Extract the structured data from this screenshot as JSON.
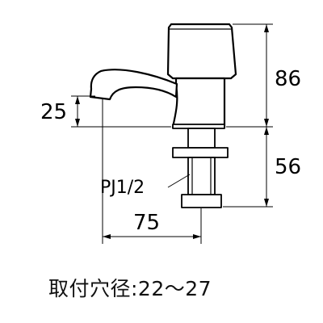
{
  "dimensions": {
    "height_upper": "86",
    "height_lower": "56",
    "spout_height": "25",
    "reach": "75"
  },
  "thread_label": "PJ1/2",
  "caption": "取付穴径:22～27",
  "colors": {
    "line": "#000000",
    "body": "#ffffff"
  }
}
